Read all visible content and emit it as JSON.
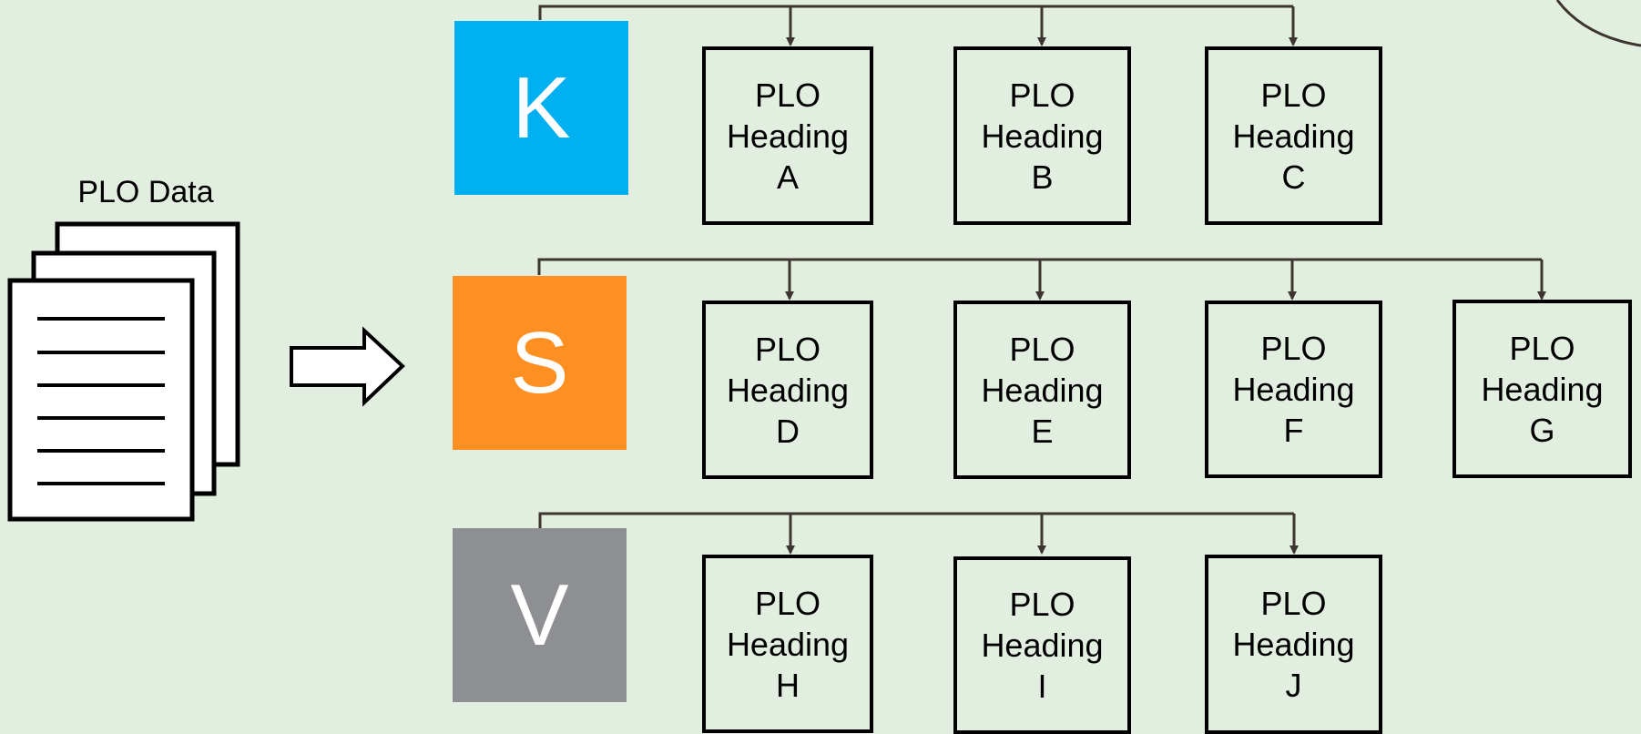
{
  "source": {
    "title": "PLO Data"
  },
  "categories": [
    {
      "letter": "K",
      "color": "#00b0f0"
    },
    {
      "letter": "S",
      "color": "#fe8f22"
    },
    {
      "letter": "V",
      "color": "#8e8f92"
    }
  ],
  "headings": [
    {
      "line1": "PLO",
      "line2": "Heading",
      "letter": "A"
    },
    {
      "line1": "PLO",
      "line2": "Heading",
      "letter": "B"
    },
    {
      "line1": "PLO",
      "line2": "Heading",
      "letter": "C"
    },
    {
      "line1": "PLO",
      "line2": "Heading",
      "letter": "D"
    },
    {
      "line1": "PLO",
      "line2": "Heading",
      "letter": "E"
    },
    {
      "line1": "PLO",
      "line2": "Heading",
      "letter": "F"
    },
    {
      "line1": "PLO",
      "line2": "Heading",
      "letter": "G"
    },
    {
      "line1": "PLO",
      "line2": "Heading",
      "letter": "H"
    },
    {
      "line1": "PLO",
      "line2": "Heading",
      "letter": "I"
    },
    {
      "line1": "PLO",
      "line2": "Heading",
      "letter": "J"
    }
  ]
}
